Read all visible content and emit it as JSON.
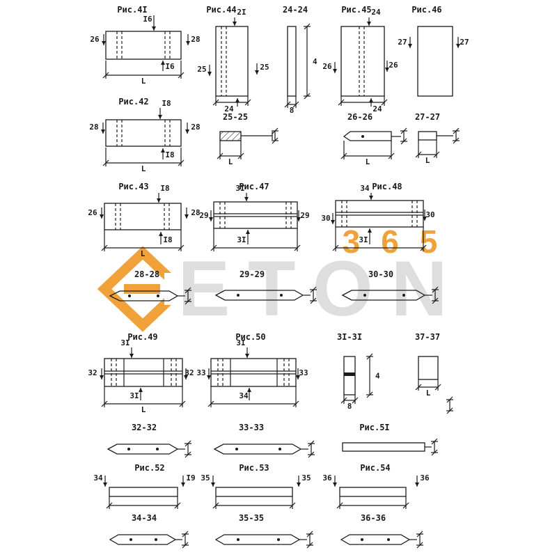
{
  "meta": {
    "background": "#ffffff",
    "ink": "#1a1a1a"
  },
  "watermark": {
    "brand": "ETON",
    "number": "365",
    "accent_color": "#f09a2a",
    "gray_color": "#dcdcdc",
    "logo": "diamond-e-logo"
  },
  "figures": [
    {
      "id": "fig41",
      "title": "Рис.4I",
      "cut_top": "I6",
      "cut_bottom": "I6",
      "cut_left": "26",
      "cut_right": "28",
      "length": "L"
    },
    {
      "id": "fig44",
      "title": "Рис.44",
      "cut_top": "2I",
      "cut_bottom": "24",
      "cut_left": "25",
      "cut_right": "25"
    },
    {
      "id": "sec24",
      "title": "24-24",
      "dim_right": "4",
      "dim_bottom": "8"
    },
    {
      "id": "fig45",
      "title": "Рис.45",
      "cut_top": "24",
      "cut_bottom": "24",
      "cut_left": "26",
      "cut_right": "26"
    },
    {
      "id": "fig46",
      "title": "Рис.46",
      "cut_left": "27",
      "cut_right": "27"
    },
    {
      "id": "fig42",
      "title": "Рис.42",
      "cut_top": "I8",
      "cut_bottom": "I8",
      "cut_left": "28",
      "cut_right": "28",
      "length": "L"
    },
    {
      "id": "sec25",
      "title": "25-25",
      "length": "L"
    },
    {
      "id": "sec26",
      "title": "26-26",
      "length": "L"
    },
    {
      "id": "sec27",
      "title": "27-27",
      "length": "L"
    },
    {
      "id": "fig43",
      "title": "Рис.43",
      "cut_top": "I8",
      "cut_bottom": "I8",
      "cut_left": "26",
      "cut_right": "28",
      "length": "L"
    },
    {
      "id": "fig47",
      "title": "Рис.47",
      "cut_top": "3I",
      "cut_bottom": "3I",
      "cut_left": "29",
      "cut_right": "29"
    },
    {
      "id": "fig48",
      "title": "Рис.48",
      "cut_top": "34",
      "cut_bottom": "3I",
      "cut_left": "30",
      "cut_right": "30"
    },
    {
      "id": "sec28",
      "title": "28-28"
    },
    {
      "id": "sec29",
      "title": "29-29"
    },
    {
      "id": "sec30",
      "title": "30-30"
    },
    {
      "id": "fig49",
      "title": "Рис.49",
      "cut_top": "3I",
      "cut_bottom": "3I",
      "cut_left": "32",
      "cut_right": "32",
      "length": "L"
    },
    {
      "id": "fig50",
      "title": "Рис.50",
      "cut_top": "3I",
      "cut_bottom": "34",
      "cut_left": "33",
      "cut_right": "33"
    },
    {
      "id": "sec31",
      "title": "3I-3I",
      "dim_right": "4",
      "dim_bottom": "8"
    },
    {
      "id": "sec37",
      "title": "37-37",
      "length": "L"
    },
    {
      "id": "sec32",
      "title": "32-32"
    },
    {
      "id": "sec33",
      "title": "33-33"
    },
    {
      "id": "fig51",
      "title": "Рис.5I"
    },
    {
      "id": "fig52",
      "title": "Рис.52",
      "cut_left": "34",
      "cut_right": "I9"
    },
    {
      "id": "fig53",
      "title": "Рис.53",
      "cut_left": "35",
      "cut_right": "35"
    },
    {
      "id": "fig54",
      "title": "Рис.54",
      "cut_left": "36",
      "cut_right": "36"
    },
    {
      "id": "sec34",
      "title": "34-34"
    },
    {
      "id": "sec35",
      "title": "35-35"
    },
    {
      "id": "sec36",
      "title": "36-36"
    }
  ]
}
